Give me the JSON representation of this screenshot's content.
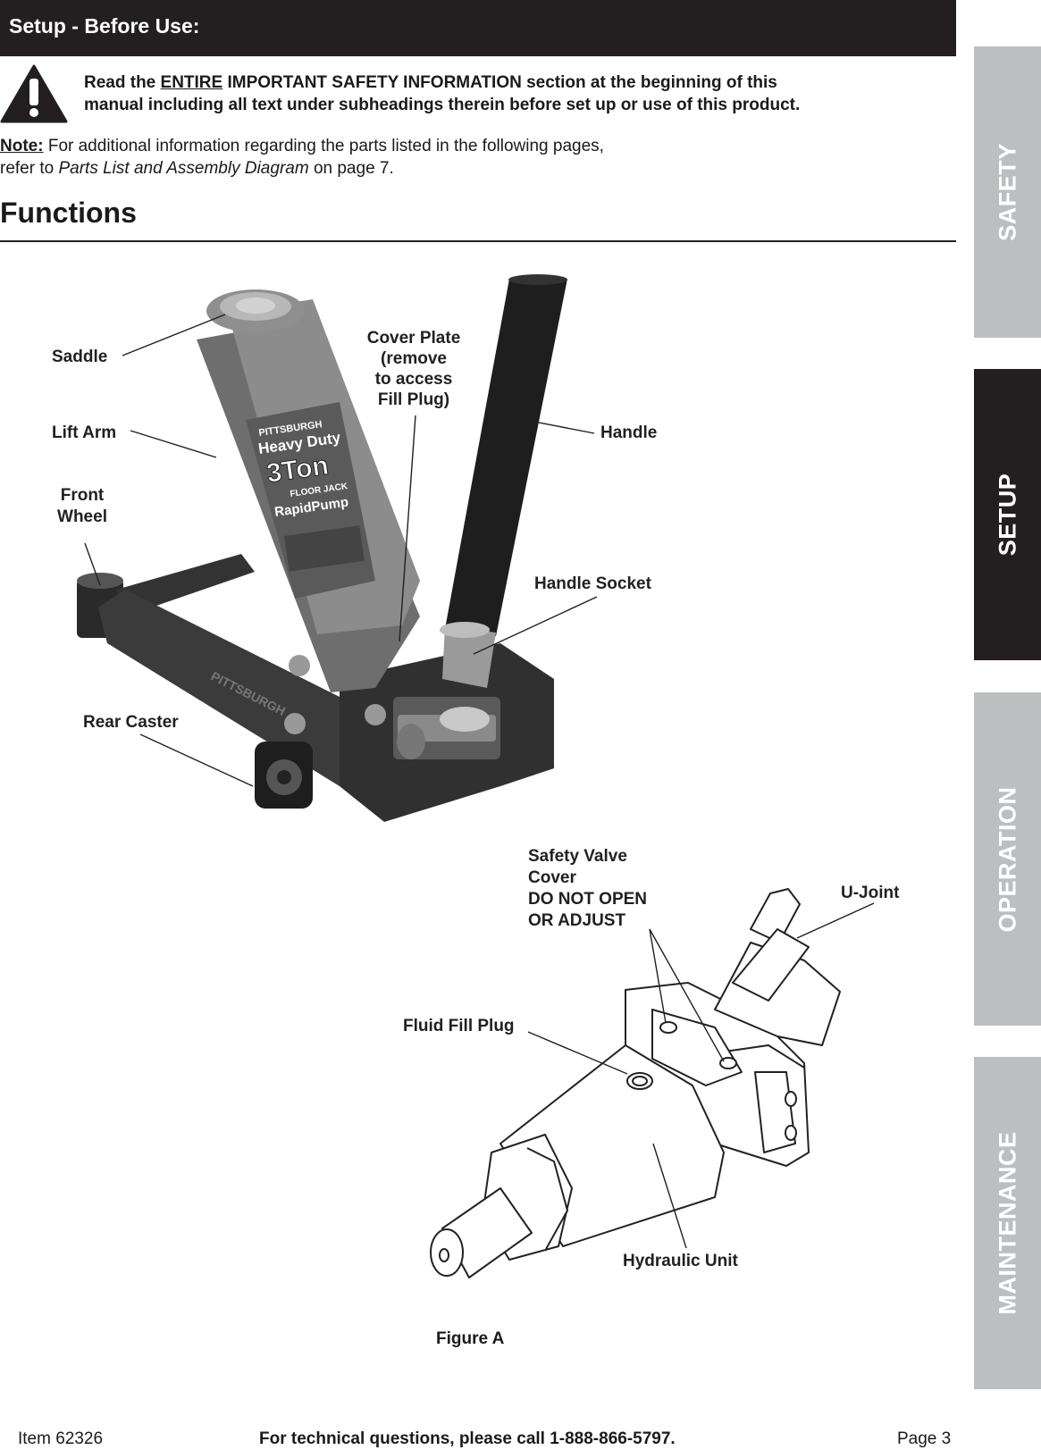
{
  "header": {
    "title": "Setup - Before Use:"
  },
  "warning": {
    "prefix": "Read the ",
    "emphasis": "ENTIRE",
    "line1_rest": " IMPORTANT SAFETY INFORMATION section at the beginning of this",
    "line2": "manual including all text under subheadings therein before set up or use of this product."
  },
  "note": {
    "label": "Note:",
    "line1": " For additional information regarding the parts listed in the following pages,",
    "line2_pre": "refer to ",
    "line2_italic": "Parts List and Assembly Diagram",
    "line2_post": " on page 7."
  },
  "section": {
    "title": "Functions"
  },
  "labels": {
    "saddle": "Saddle",
    "lift_arm": "Lift Arm",
    "front_wheel_1": "Front",
    "front_wheel_2": "Wheel",
    "cover_plate_1": "Cover Plate",
    "cover_plate_2": "(remove",
    "cover_plate_3": "to access",
    "cover_plate_4": "Fill Plug)",
    "handle": "Handle",
    "handle_socket": "Handle Socket",
    "rear_caster": "Rear Caster",
    "safety_valve_1": "Safety Valve",
    "safety_valve_2": "Cover",
    "safety_valve_3": "DO NOT OPEN",
    "safety_valve_4": "OR ADJUST",
    "u_joint": "U-Joint",
    "fluid_fill_plug": "Fluid Fill Plug",
    "hydraulic_unit": "Hydraulic Unit"
  },
  "jack_decal": {
    "brand": "PITTSBURGH",
    "line1": "Heavy Duty",
    "line2": "3Ton",
    "line3": "FLOOR JACK",
    "line4": "RapidPump",
    "side_brand": "PITTSBURGH"
  },
  "figure": {
    "caption": "Figure A"
  },
  "footer": {
    "item": "Item 62326",
    "tech": "For technical questions, please call 1-888-866-5797.",
    "page": "Page 3"
  },
  "tabs": [
    {
      "label": "SAFETY",
      "active": false
    },
    {
      "label": "SETUP",
      "active": true
    },
    {
      "label": "OPERATION",
      "active": false
    },
    {
      "label": "MAINTENANCE",
      "active": false
    }
  ],
  "colors": {
    "dark": "#231f20",
    "tab_inactive": "#bcbec0"
  }
}
